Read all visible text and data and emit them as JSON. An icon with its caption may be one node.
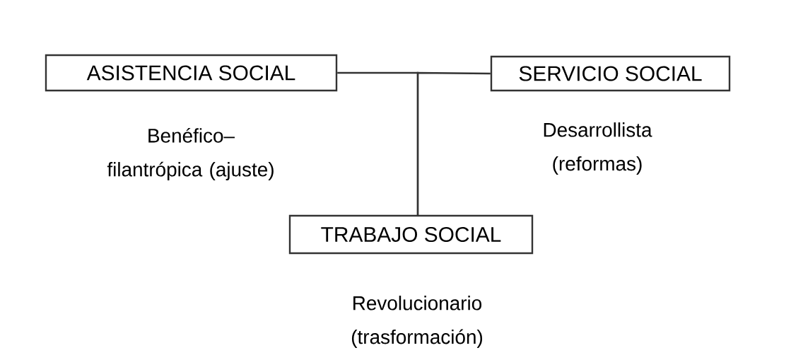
{
  "diagram": {
    "nodes": [
      {
        "text": [
          "ASISTENCIA SOCIAL"
        ],
        "beside": [
          "Benéfico–filantrópica (ajuste)"
        ]
      },
      {
        "text": [
          "SERVICIO SOCIAL"
        ],
        "beside": [
          "Desarrollista (reformas)"
        ]
      },
      {
        "text": [
          "TRABAJO SOCIAL"
        ],
        "beside": [
          "Revolucionario (trasformación)"
        ]
      }
    ],
    "edges": [
      {
        "from": 0,
        "to": 2,
        "arrow": "none"
      },
      {
        "from": 1,
        "to": 2,
        "arrow": "none"
      }
    ]
  }
}
